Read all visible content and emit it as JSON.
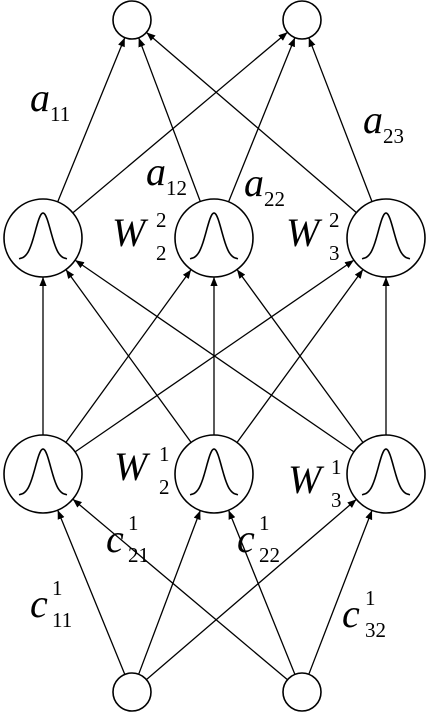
{
  "diagram": {
    "labels": {
      "a11": {
        "base": "a",
        "sub": "11",
        "sup": ""
      },
      "a12": {
        "base": "a",
        "sub": "12",
        "sup": ""
      },
      "a22": {
        "base": "a",
        "sub": "22",
        "sup": ""
      },
      "a23": {
        "base": "a",
        "sub": "23",
        "sup": ""
      },
      "W22": {
        "base": "W",
        "sub": "2",
        "sup": "2"
      },
      "W32": {
        "base": "W",
        "sub": "3",
        "sup": "2"
      },
      "W21": {
        "base": "W",
        "sub": "2",
        "sup": "1"
      },
      "W31": {
        "base": "W",
        "sub": "3",
        "sup": "1"
      },
      "c21": {
        "base": "c",
        "sub": "21",
        "sup": "1"
      },
      "c22": {
        "base": "c",
        "sub": "22",
        "sup": "1"
      },
      "c11": {
        "base": "c",
        "sub": "11",
        "sup": "1"
      },
      "c32": {
        "base": "c",
        "sub": "32",
        "sup": "1"
      }
    },
    "colors": {
      "stroke": "#000000",
      "background": "#ffffff"
    },
    "edges": [
      {
        "from": "input-1",
        "to": "hidden1-1"
      },
      {
        "from": "input-1",
        "to": "hidden1-2"
      },
      {
        "from": "input-1",
        "to": "hidden1-3"
      },
      {
        "from": "input-2",
        "to": "hidden1-1"
      },
      {
        "from": "input-2",
        "to": "hidden1-2"
      },
      {
        "from": "input-2",
        "to": "hidden1-3"
      },
      {
        "from": "hidden1-1",
        "to": "hidden2-1"
      },
      {
        "from": "hidden1-1",
        "to": "hidden2-2"
      },
      {
        "from": "hidden1-1",
        "to": "hidden2-3"
      },
      {
        "from": "hidden1-2",
        "to": "hidden2-1"
      },
      {
        "from": "hidden1-2",
        "to": "hidden2-2"
      },
      {
        "from": "hidden1-2",
        "to": "hidden2-3"
      },
      {
        "from": "hidden1-3",
        "to": "hidden2-1"
      },
      {
        "from": "hidden1-3",
        "to": "hidden2-2"
      },
      {
        "from": "hidden1-3",
        "to": "hidden2-3"
      },
      {
        "from": "hidden2-1",
        "to": "output-1"
      },
      {
        "from": "hidden2-1",
        "to": "output-2"
      },
      {
        "from": "hidden2-2",
        "to": "output-1"
      },
      {
        "from": "hidden2-2",
        "to": "output-2"
      },
      {
        "from": "hidden2-3",
        "to": "output-1"
      },
      {
        "from": "hidden2-3",
        "to": "output-2"
      }
    ]
  }
}
